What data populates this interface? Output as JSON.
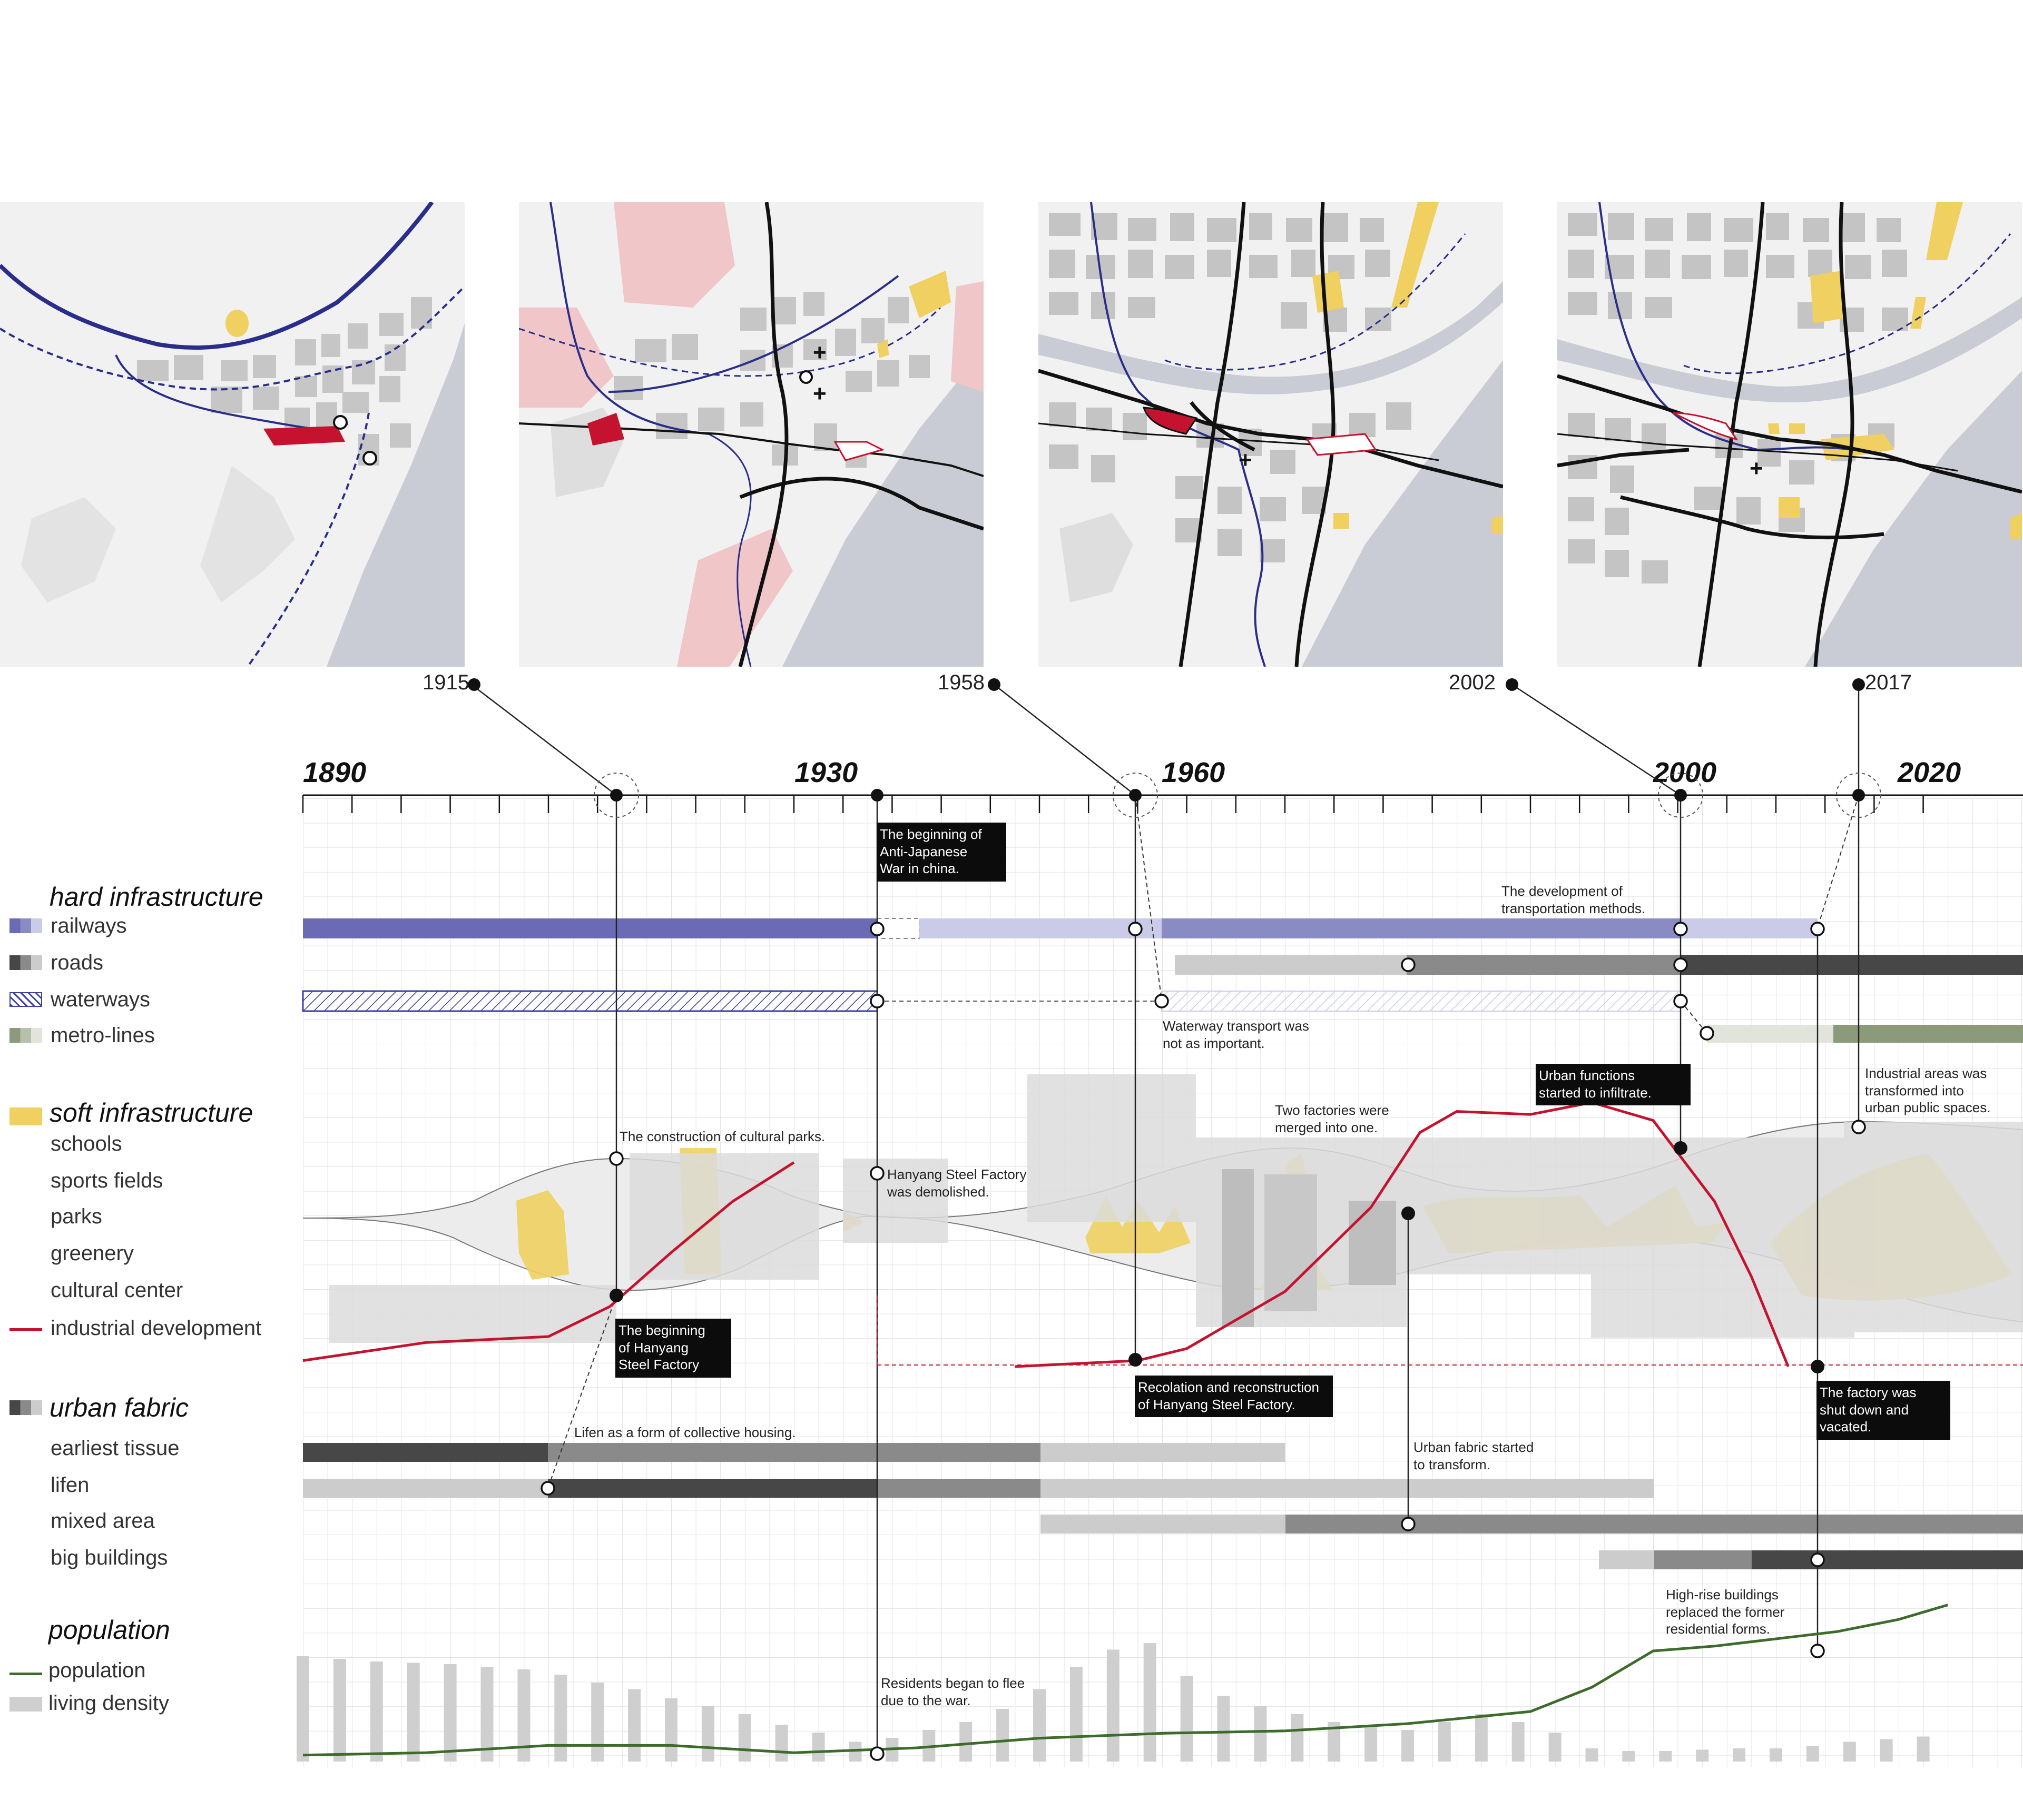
{
  "map_years": [
    "1915",
    "1958",
    "2002",
    "2017"
  ],
  "axis_years": [
    "1890",
    "1930",
    "1960",
    "2000",
    "2020"
  ],
  "legend": {
    "hard": {
      "title": "hard infrastructure",
      "items": [
        "railways",
        "roads",
        "waterways",
        "metro-lines"
      ]
    },
    "soft": {
      "title": "soft infrastructure",
      "items": [
        "schools",
        "sports fields",
        "parks",
        "greenery",
        "cultural center",
        "industrial development"
      ]
    },
    "fabric": {
      "title": "urban fabric",
      "items": [
        "earliest tissue",
        "lifen",
        "mixed area",
        "big buildings"
      ]
    },
    "population": {
      "title": "population",
      "items": [
        "population",
        "living density"
      ]
    }
  },
  "annotations": {
    "anti_japanese": "The beginning of\nAnti-Japanese\nWar in china.",
    "transport_dev": "The development of\ntransportation methods.",
    "waterway": "Waterway transport was\nnot as important.",
    "urban_functions": "Urban functions\nstarted to infiltrate.",
    "industrial_areas": "Industrial areas was\ntransformed into\nurban public spaces.",
    "two_factories": "Two factories were\nmerged into one.",
    "cultural_parks": "The construction of cultural parks.",
    "demolished": "Hanyang Steel Factory\nwas demolished.",
    "beginning_factory": "The beginning\nof Hanyang\nSteel Factory",
    "recolation": "Recolation and reconstruction\nof Hanyang Steel Factory.",
    "shut_down": "The factory was\nshut down and\nvacated.",
    "lifen": "Lifen as a form of collective housing.",
    "fabric_transform": "Urban fabric started\nto transform.",
    "high_rise": "High-rise buildings\nreplaced the former\nresidential forms.",
    "residents": "Residents began to flee\ndue to the war."
  },
  "colors": {
    "railway_dark": "#6b6bb5",
    "railway_light": "#c9cbe8",
    "road_light": "#cccccc",
    "road_mid": "#8a8a8a",
    "road_dark": "#474747",
    "waterway": "#3a3fa0",
    "metro_light": "#e0e4da",
    "metro_dark": "#8c9a7c",
    "soft_yellow": "#f0d060",
    "industrial": "#c4122f",
    "population_line": "#3d6b2b",
    "density_bar": "#cfcfcf",
    "water": "#c9ccd4",
    "blocks": "#c4c4c4"
  },
  "chart_data": {
    "type": "timeline",
    "x_range": [
      1890,
      2024
    ],
    "industrial_development": {
      "years": [
        1890,
        1900,
        1910,
        1915,
        1920,
        1925,
        1930,
        1948,
        1958,
        1962,
        1970,
        1977,
        1981,
        1984,
        1990,
        1995,
        2000,
        2005,
        2008,
        2011
      ],
      "values": [
        0.02,
        0.08,
        0.1,
        0.2,
        0.38,
        0.55,
        0.68,
        0.0,
        0.02,
        0.06,
        0.25,
        0.53,
        0.78,
        0.85,
        0.84,
        0.88,
        0.82,
        0.55,
        0.3,
        0.0
      ]
    },
    "population": {
      "years": [
        1890,
        1900,
        1910,
        1920,
        1930,
        1940,
        1950,
        1960,
        1970,
        1980,
        1990,
        1995,
        2000,
        2005,
        2010,
        2015,
        2020,
        2024
      ],
      "values": [
        2,
        3,
        6,
        6,
        3,
        5,
        9,
        11,
        12,
        15,
        20,
        30,
        45,
        47,
        50,
        53,
        58,
        64
      ]
    },
    "living_density": {
      "years": [
        1890,
        1893,
        1896,
        1899,
        1902,
        1905,
        1908,
        1911,
        1914,
        1917,
        1920,
        1923,
        1926,
        1929,
        1932,
        1935,
        1938,
        1941,
        1944,
        1947,
        1950,
        1953,
        1956,
        1959,
        1962,
        1965,
        1968,
        1971,
        1974,
        1977,
        1980,
        1983,
        1986,
        1989,
        1992,
        1995,
        1998,
        2001,
        2004,
        2007,
        2010,
        2013,
        2016,
        2019,
        2022
      ],
      "values": [
        80,
        78,
        76,
        75,
        74,
        72,
        70,
        66,
        60,
        55,
        48,
        42,
        36,
        28,
        22,
        15,
        18,
        24,
        30,
        40,
        55,
        72,
        85,
        90,
        65,
        50,
        42,
        36,
        30,
        26,
        24,
        30,
        36,
        30,
        22,
        10,
        8,
        8,
        9,
        10,
        10,
        12,
        15,
        17,
        19
      ]
    }
  }
}
